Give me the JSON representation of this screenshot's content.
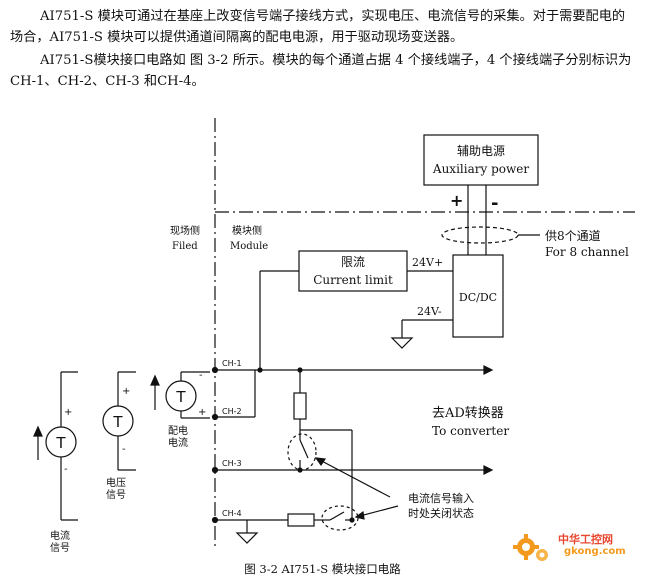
{
  "paragraphs": [
    "AI751-S 模块可通过在基座上改变信号端子接线方式，实现电压、电流信号的采集。对于需要配电的场合，AI751-S 模块可以提供通道间隔离的配电电源，用于驱动现场变送器。",
    "AI751-S模块接口电路如 图 3-2 所示。模块的每个通道占据 4 个接线端子，4 个接线端子分别标识为CH-1、CH-2、CH-3 和CH-4。"
  ],
  "figure": {
    "aux_power_cn": "辅助电源",
    "aux_power_en": "Auxiliary power",
    "plus": "+",
    "minus": "-",
    "field_side_cn": "现场侧",
    "field_side_en": "Filed",
    "module_side_cn": "模块侧",
    "module_side_en": "Module",
    "current_limit_cn": "限流",
    "current_limit_en": "Current limit",
    "v24_plus": "24V+",
    "v24_minus": "24V-",
    "dcdc": "DC/DC",
    "channels_cn": "供8个通道",
    "channels_en": "For 8 channel",
    "ch1": "CH-1",
    "ch2": "CH-2",
    "ch3": "CH-3",
    "ch4": "CH-4",
    "to_ad_cn": "去AD转换器",
    "to_ad_en": "To converter",
    "switch_note_line1": "电流信号输入",
    "switch_note_line2": "时处关闭状态",
    "transmitter_symbol": "T",
    "power_dist_cn": "配电",
    "power_dist_cn2": "电流",
    "voltage_signal_cn": "电压",
    "voltage_signal_cn2": "信号",
    "current_signal_cn": "电流",
    "current_signal_cn2": "信号"
  },
  "caption": "图  3-2 AI751-S 模块接口电路",
  "watermark": {
    "site_cn": "中华工控网",
    "site_url": "gkong.com"
  },
  "colors": {
    "line": "#111111",
    "watermark_orange": "#f39a1e",
    "watermark_red": "#e8482f"
  }
}
